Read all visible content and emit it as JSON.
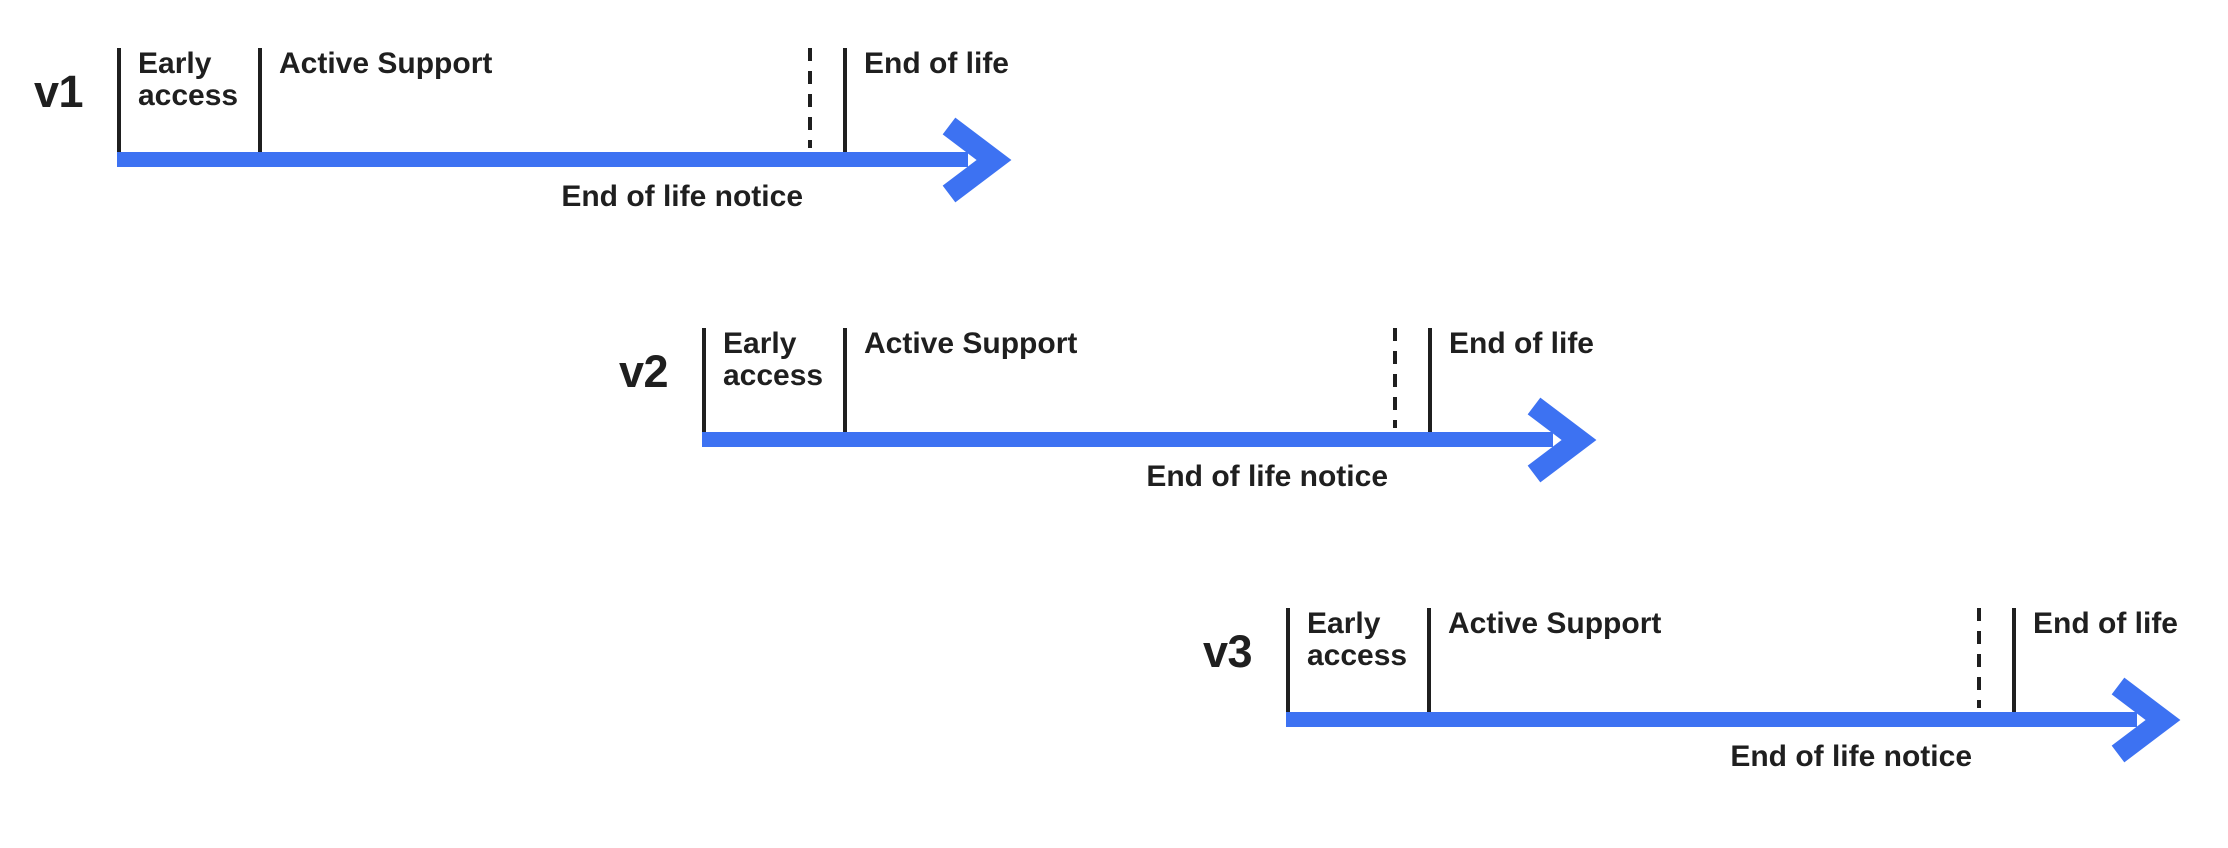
{
  "diagram": {
    "description": "Version lifecycle timelines",
    "colors": {
      "arrow_blue": "#3D72F2",
      "line_ink": "#1f1f1f",
      "background": "#ffffff"
    },
    "timelines": [
      {
        "version": "v1",
        "early_access_label": "Early access",
        "active_support_label": "Active Support",
        "end_of_life_label": "End of life",
        "end_of_life_notice_label": "End of life notice"
      },
      {
        "version": "v2",
        "early_access_label": "Early access",
        "active_support_label": "Active Support",
        "end_of_life_label": "End of life",
        "end_of_life_notice_label": "End of life notice"
      },
      {
        "version": "v3",
        "early_access_label": "Early access",
        "active_support_label": "Active Support",
        "end_of_life_label": "End of life",
        "end_of_life_notice_label": "End of life notice"
      }
    ]
  }
}
